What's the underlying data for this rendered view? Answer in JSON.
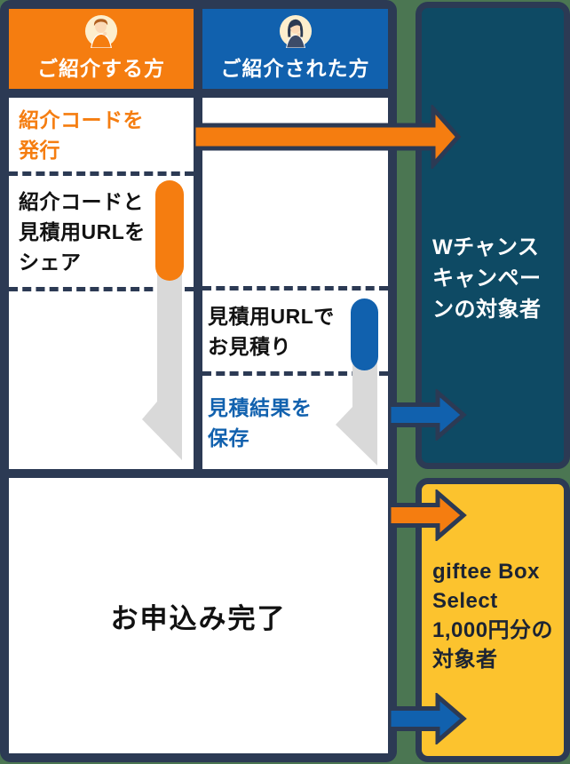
{
  "colors": {
    "background_green": "#4b7652",
    "navy_border": "#2c3a54",
    "orange_accent": "#f57d10",
    "blue_accent": "#1161ae",
    "teal_panel_bg": "#0e4a64",
    "yellow_panel_bg": "#fcc32e",
    "gray_arrow": "#d9d9d9",
    "avatar_circle_bg": "#fdeecd"
  },
  "flow": {
    "referrer": {
      "header_label": "ご紹介する方",
      "avatar_icon": "avatar-male-icon",
      "steps": {
        "issue_code": "紹介コードを\n発行",
        "share_code": "紹介コードと\n見積用URLを\nシェア"
      }
    },
    "referred": {
      "header_label": "ご紹介された方",
      "avatar_icon": "avatar-female-icon",
      "steps": {
        "estimate": "見積用URLで\nお見積り",
        "save_result": "見積結果を\n保存"
      }
    },
    "final_step": "お申込み完了"
  },
  "outcomes": {
    "w_chance": "Wチャンス\nキャンペー\nンの対象者",
    "giftee": "giftee Box\nSelect\n1,000円分の\n対象者"
  }
}
